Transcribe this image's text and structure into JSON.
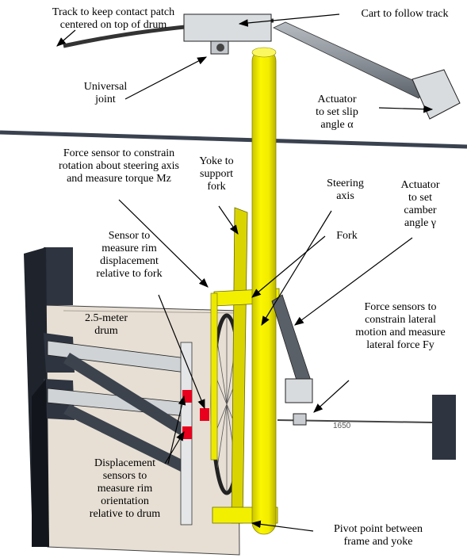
{
  "labels": {
    "track": [
      "Track to keep contact patch",
      "centered on top of drum"
    ],
    "cart": [
      "Cart to follow track"
    ],
    "universal_joint": [
      "Universal",
      "joint"
    ],
    "actuator_slip": [
      "Actuator",
      "to set slip",
      "angle α"
    ],
    "force_sensor_steer": [
      "Force sensor to constrain",
      "rotation about steering axis",
      "and measure torque Mz"
    ],
    "yoke": [
      "Yoke to",
      "support",
      "fork"
    ],
    "steering_axis": [
      "Steering",
      "axis"
    ],
    "actuator_camber": [
      "Actuator",
      "to set",
      "camber",
      "angle γ"
    ],
    "sensor_rim_disp": [
      "Sensor to",
      "measure rim",
      "displacement",
      "relative to fork"
    ],
    "fork": [
      "Fork"
    ],
    "drum": [
      "2.5-meter",
      "drum"
    ],
    "force_sensors_lat": [
      "Force sensors to",
      "constrain lateral",
      "motion and measure",
      "lateral force Fy"
    ],
    "disp_sensors": [
      "Displacement",
      "sensors to",
      "measure rim",
      "orientation",
      "relative to drum"
    ],
    "pivot": [
      "Pivot point between",
      "frame and yoke"
    ]
  },
  "colors": {
    "yoke_yellow": "#f2f000",
    "sensor_red": "#e8001c",
    "frame_dark": "#2e3440",
    "actuator_gray": "#8f959c"
  },
  "icons": {
    "arrow": "arrow-icon"
  }
}
